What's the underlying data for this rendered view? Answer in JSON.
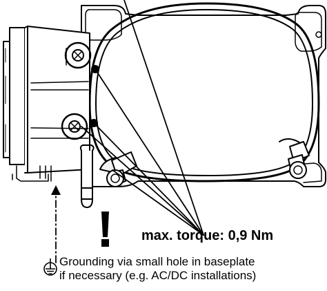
{
  "annotations": {
    "torque_label": "max. torque: 0,9 Nm",
    "grounding_line1": "Grounding via small hole in baseplate",
    "grounding_line2": "if necessary (e.g. AC/DC installations)"
  },
  "icons": {
    "warning": "exclamation-mark-icon",
    "ground": "ground-symbol-icon"
  },
  "colors": {
    "line": "#000000",
    "background": "#ffffff",
    "fill_light": "#f2f2f2"
  }
}
